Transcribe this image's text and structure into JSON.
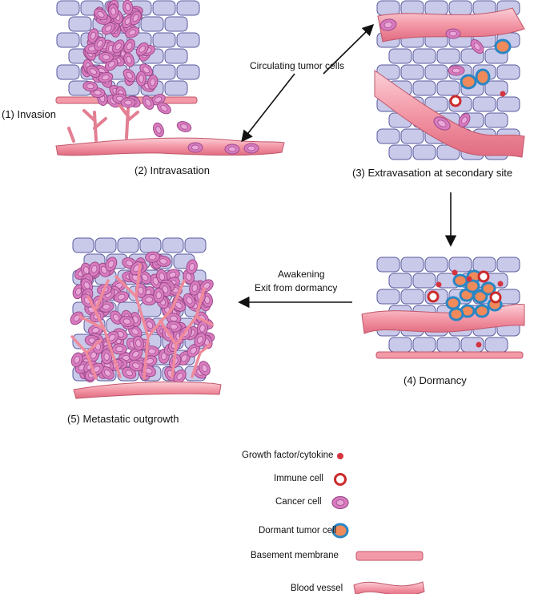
{
  "stages": {
    "invasion": "(1)  Invasion",
    "intravasation": "(2)  Intravasation",
    "extravasation": "(3)  Extravasation at secondary site",
    "dormancy": "(4)  Dormancy",
    "outgrowth": "(5)  Metastatic outgrowth"
  },
  "annotations": {
    "circulating": "Circulating tumor cells",
    "awakening_line1": "Awakening",
    "awakening_line2": "Exit from dormancy"
  },
  "legend": {
    "items": [
      {
        "label": "Growth factor/cytokine",
        "icon": "growth-factor-dot-icon"
      },
      {
        "label": "Immune cell",
        "icon": "immune-cell-ring-icon"
      },
      {
        "label": "Cancer cell",
        "icon": "cancer-cell-icon"
      },
      {
        "label": "Dormant tumor cell",
        "icon": "dormant-cell-icon"
      },
      {
        "label": "Basement membrane",
        "icon": "basement-membrane-bar-icon"
      },
      {
        "label": "Blood vessel",
        "icon": "blood-vessel-icon"
      }
    ]
  },
  "colors": {
    "tissue_fill": "#c9c9e9",
    "tissue_stroke": "#5a5aa0",
    "vessel_fill": "#f39aa8",
    "vessel_stroke": "#c0566a",
    "cancer_fill": "#d97bbe",
    "cancer_stroke": "#9b4b8c",
    "dormant_ring": "#2a86c4",
    "dormant_core": "#f08a5a",
    "immune_ring": "#cc2b2b",
    "cytokine": "#d4343f",
    "arrow": "#111111"
  }
}
